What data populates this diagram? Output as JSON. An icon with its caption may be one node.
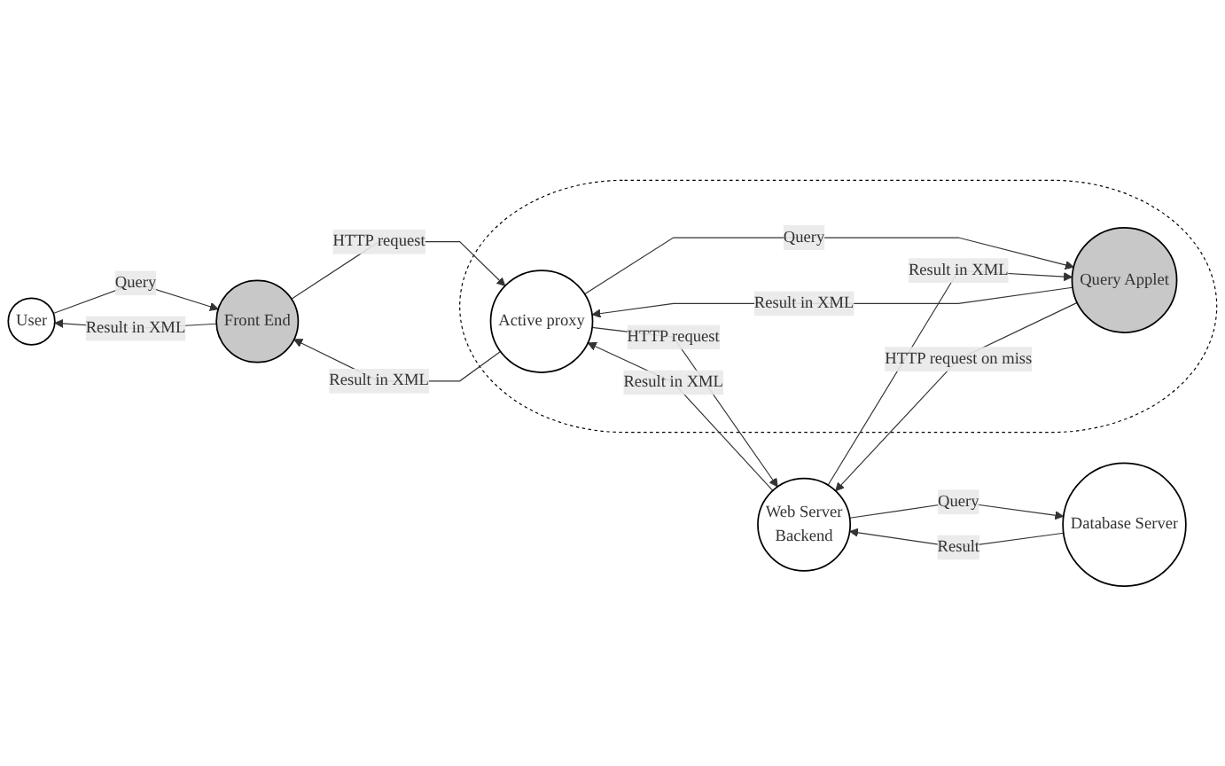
{
  "diagram": {
    "nodes": [
      {
        "text": [
          "User"
        ]
      },
      {
        "text": [
          "Front End"
        ]
      },
      {
        "text": [],
        "shape": "ellipse"
      },
      {
        "text": [
          "Active proxy"
        ],
        "in": 2
      },
      {
        "text": [
          "Query Applet"
        ],
        "in": 2
      },
      {
        "text": [
          "Web Server",
          "Backend"
        ]
      },
      {
        "text": [
          "Database Server"
        ]
      }
    ],
    "edges": [
      {
        "from": 0,
        "to": 1,
        "arrow": "to",
        "label": "Query"
      },
      {
        "from": 1,
        "to": 0,
        "arrow": "to",
        "label": "Result in XML"
      },
      {
        "from": 1,
        "to": 3,
        "arrow": "to",
        "label": "HTTP request"
      },
      {
        "from": 3,
        "to": 1,
        "arrow": "to",
        "label": "Result in XML"
      },
      {
        "from": 3,
        "to": 5,
        "arrow": "to",
        "label": "HTTP request"
      },
      {
        "from": 5,
        "to": 3,
        "arrow": "to",
        "label": "Result in XML"
      },
      {
        "from": 3,
        "to": 4,
        "arrow": "to",
        "label": "Query"
      },
      {
        "from": 4,
        "to": 3,
        "arrow": "to",
        "label": "Result in XML"
      },
      {
        "from": 4,
        "to": 5,
        "arrow": "to",
        "label": "HTTP request on miss"
      },
      {
        "from": 5,
        "to": 4,
        "arrow": "to",
        "label": "Result in XML"
      },
      {
        "from": 5,
        "to": 6,
        "arrow": "to",
        "label": "Query"
      },
      {
        "from": 6,
        "to": 5,
        "arrow": "to",
        "label": "Result"
      }
    ]
  }
}
